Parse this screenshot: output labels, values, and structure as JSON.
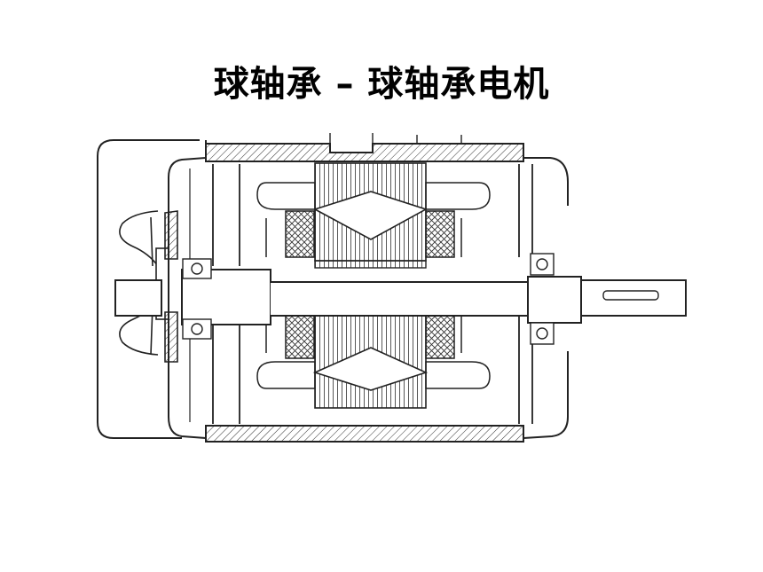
{
  "slide": {
    "title": "球轴承 – 球轴承电机"
  },
  "diagram": {
    "subject": "ball-bearing-electric-motor-cross-section",
    "parts": [
      "fan-cover",
      "cooling-fan",
      "front-bearing",
      "rear-bearing",
      "shaft",
      "stator-core",
      "stator-windings",
      "rotor-core",
      "frame",
      "end-shields",
      "shaft-key"
    ],
    "colors": {
      "line": "#222222",
      "background": "#ffffff",
      "fill": "#ffffff"
    }
  }
}
